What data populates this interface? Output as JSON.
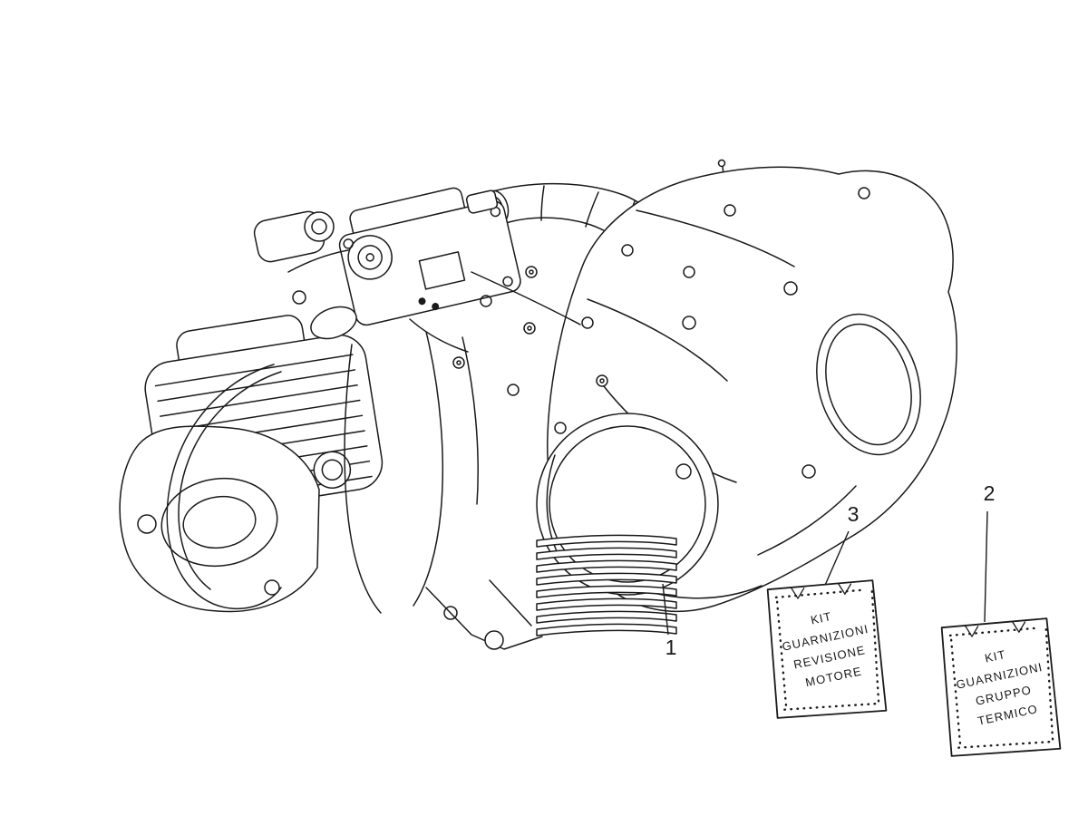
{
  "colors": {
    "background": "#ffffff",
    "line": "#1a1a1a"
  },
  "diagram": {
    "callouts": [
      {
        "id": "1"
      },
      {
        "id": "2"
      },
      {
        "id": "3"
      }
    ],
    "packages": [
      {
        "callout": "3",
        "lines": [
          "KIT",
          "GUARNIZIONI",
          "REVISIONE",
          "MOTORE"
        ]
      },
      {
        "callout": "2",
        "lines": [
          "KIT",
          "GUARNIZIONI",
          "GRUPPO",
          "TERMICO"
        ]
      }
    ]
  }
}
